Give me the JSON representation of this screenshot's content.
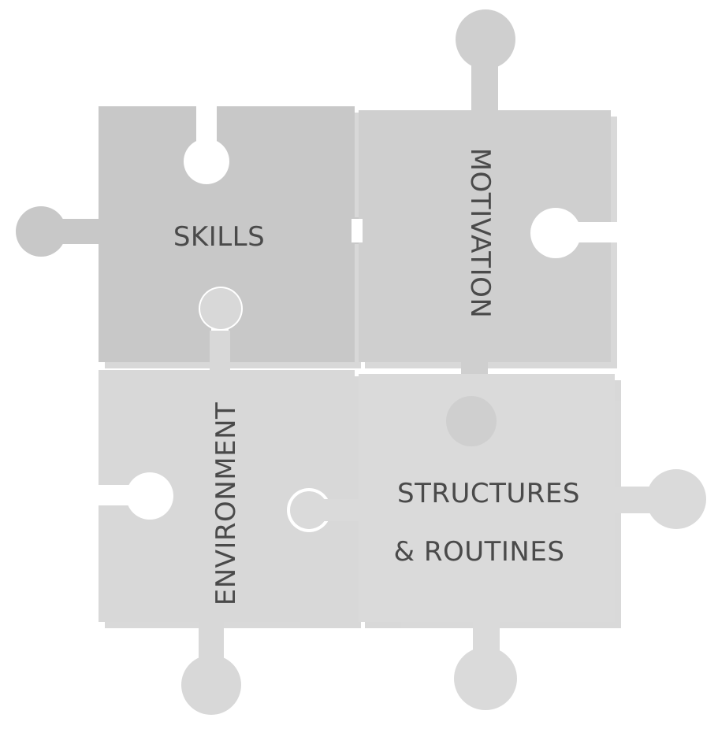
{
  "pieces": {
    "skills": {
      "label": "SKILLS",
      "color": "#c8c8c8"
    },
    "motivation": {
      "label": "MOTIVATION",
      "color": "#cfcfcf"
    },
    "environment": {
      "label": "ENVIRONMENT",
      "color": "#d8d8d8"
    },
    "structures": {
      "line1": "STRUCTURES",
      "line2": "& ROUTINES",
      "color": "#dadada"
    }
  }
}
